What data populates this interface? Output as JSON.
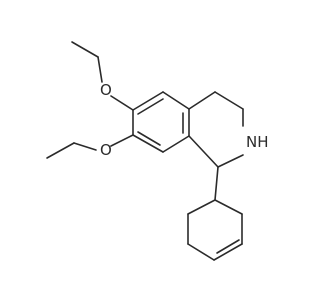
{
  "molecule": {
    "atoms": {
      "oxygen_top": "O",
      "oxygen_bottom": "O",
      "nitrogen": "NH"
    }
  }
}
